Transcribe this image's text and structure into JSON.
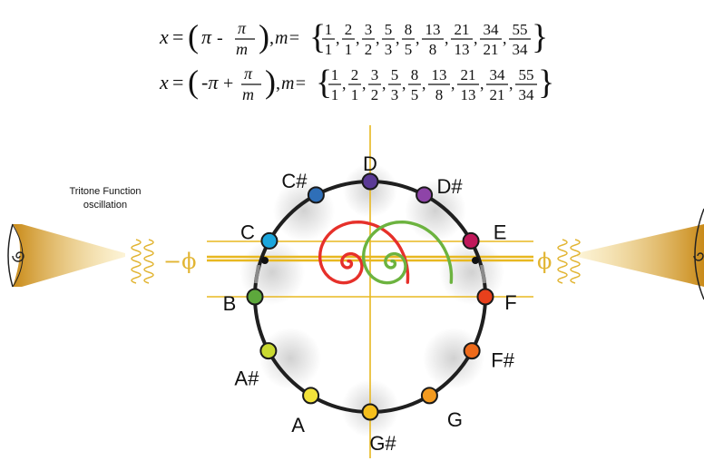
{
  "equations": [
    {
      "lhs": "x",
      "open": "(",
      "a": "π",
      "op": "-",
      "num": "π",
      "den": "m",
      "close": ")",
      "sep": ",",
      "set_var": "m=",
      "fractions": [
        [
          "1",
          "1"
        ],
        [
          "2",
          "1"
        ],
        [
          "3",
          "2"
        ],
        [
          "5",
          "3"
        ],
        [
          "8",
          "5"
        ],
        [
          "13",
          "8"
        ],
        [
          "21",
          "13"
        ],
        [
          "34",
          "21"
        ],
        [
          "55",
          "34"
        ]
      ]
    },
    {
      "lhs": "x",
      "open": "(",
      "a": "-π",
      "op": "+",
      "num": "π",
      "den": "m",
      "close": ")",
      "sep": ",",
      "set_var": "m=",
      "fractions": [
        [
          "1",
          "1"
        ],
        [
          "2",
          "1"
        ],
        [
          "3",
          "2"
        ],
        [
          "5",
          "3"
        ],
        [
          "8",
          "5"
        ],
        [
          "13",
          "8"
        ],
        [
          "21",
          "13"
        ],
        [
          "34",
          "21"
        ],
        [
          "55",
          "34"
        ]
      ]
    }
  ],
  "caption": [
    "Tritone Function",
    "oscillation"
  ],
  "phi_left": "−ϕ",
  "phi_right": "ϕ",
  "notes": [
    {
      "name": "D",
      "color": "#5b3a96"
    },
    {
      "name": "D#",
      "color": "#8e44a8"
    },
    {
      "name": "E",
      "color": "#c0185a"
    },
    {
      "name": "F",
      "color": "#e8401c"
    },
    {
      "name": "F#",
      "color": "#ee6a1a"
    },
    {
      "name": "G",
      "color": "#f39a1f"
    },
    {
      "name": "G#",
      "color": "#f6bf1c"
    },
    {
      "name": "A",
      "color": "#f2e23a"
    },
    {
      "name": "A#",
      "color": "#c9d930"
    },
    {
      "name": "B",
      "color": "#5da83c"
    },
    {
      "name": "C",
      "color": "#1ba6dc"
    },
    {
      "name": "C#",
      "color": "#2f6fb8"
    }
  ],
  "colors": {
    "ring": "#1f1f1f",
    "axis": "#e8b820",
    "spiral_red": "#e6302a",
    "spiral_green": "#6cb33f",
    "horn": "#f0c24a"
  }
}
